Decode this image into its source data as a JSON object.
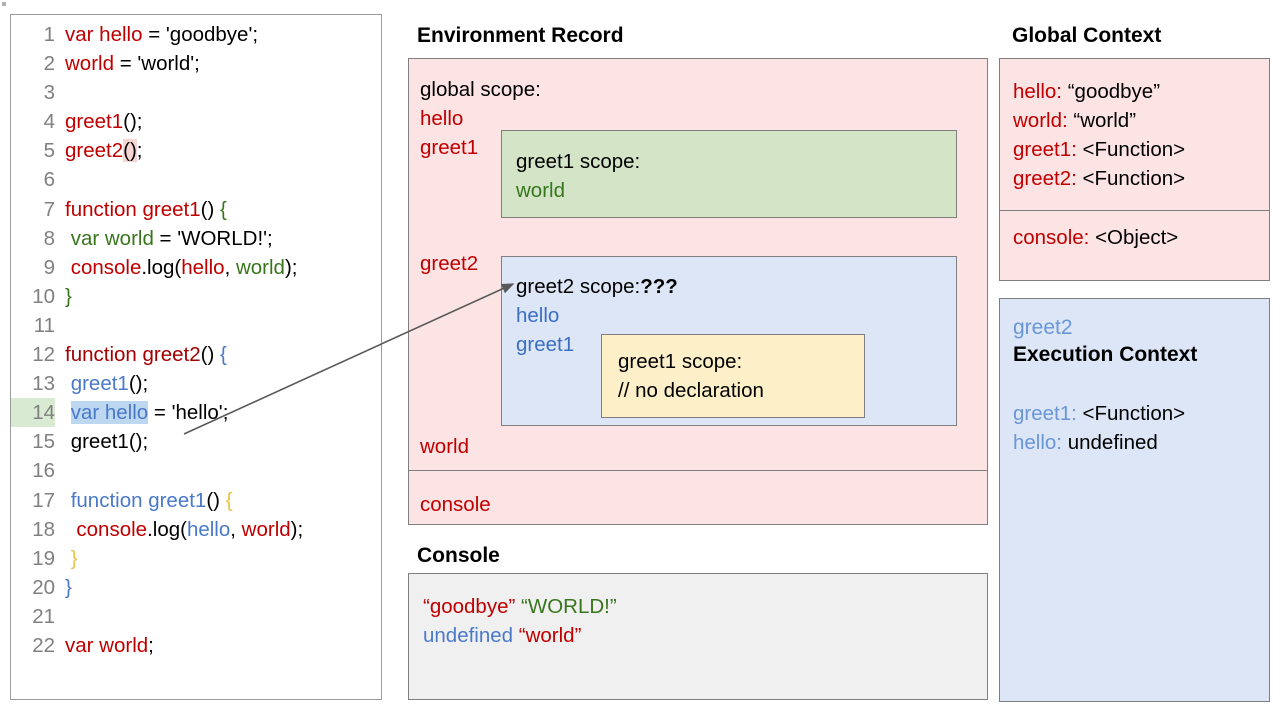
{
  "code_panel": {
    "lines": [
      {
        "num": "1",
        "num_highlight": false,
        "tokens": [
          {
            "t": "var hello",
            "c": "red"
          },
          {
            "t": " = ",
            "c": "black"
          },
          {
            "t": "'goodbye';",
            "c": "black"
          }
        ]
      },
      {
        "num": "2",
        "num_highlight": false,
        "tokens": [
          {
            "t": "world",
            "c": "red"
          },
          {
            "t": " = 'world';",
            "c": "black"
          }
        ]
      },
      {
        "num": "3",
        "num_highlight": false,
        "tokens": []
      },
      {
        "num": "4",
        "num_highlight": false,
        "tokens": [
          {
            "t": "greet1",
            "c": "red"
          },
          {
            "t": "();",
            "c": "black"
          }
        ]
      },
      {
        "num": "5",
        "num_highlight": false,
        "tokens": [
          {
            "t": "greet2",
            "c": "red"
          },
          {
            "t": "()",
            "c": "black",
            "hl": "pink"
          },
          {
            "t": ";",
            "c": "black"
          }
        ]
      },
      {
        "num": "6",
        "num_highlight": false,
        "tokens": []
      },
      {
        "num": "7",
        "num_highlight": false,
        "tokens": [
          {
            "t": "function greet1",
            "c": "red"
          },
          {
            "t": "() ",
            "c": "black"
          },
          {
            "t": "{",
            "c": "green"
          }
        ]
      },
      {
        "num": "8",
        "num_highlight": false,
        "tokens": [
          {
            "t": " var world",
            "c": "green"
          },
          {
            "t": " = 'WORLD!';",
            "c": "black"
          }
        ]
      },
      {
        "num": "9",
        "num_highlight": false,
        "tokens": [
          {
            "t": " console",
            "c": "red"
          },
          {
            "t": ".log(",
            "c": "black"
          },
          {
            "t": "hello",
            "c": "red"
          },
          {
            "t": ", ",
            "c": "black"
          },
          {
            "t": "world",
            "c": "green"
          },
          {
            "t": ");",
            "c": "black"
          }
        ]
      },
      {
        "num": "10",
        "num_highlight": false,
        "tokens": [
          {
            "t": "}",
            "c": "green"
          }
        ]
      },
      {
        "num": "11",
        "num_highlight": false,
        "tokens": []
      },
      {
        "num": "12",
        "num_highlight": false,
        "tokens": [
          {
            "t": "function greet2",
            "c": "darkred"
          },
          {
            "t": "() ",
            "c": "black"
          },
          {
            "t": "{",
            "c": "blue"
          }
        ]
      },
      {
        "num": "13",
        "num_highlight": false,
        "tokens": [
          {
            "t": " greet1",
            "c": "blue"
          },
          {
            "t": "();",
            "c": "black"
          }
        ]
      },
      {
        "num": "14",
        "num_highlight": true,
        "tokens": [
          {
            "t": " ",
            "c": "black"
          },
          {
            "t": "var hello",
            "c": "blue",
            "hl": "blue"
          },
          {
            "t": " = 'hello';",
            "c": "black"
          }
        ]
      },
      {
        "num": "15",
        "num_highlight": false,
        "tokens": [
          {
            "t": " greet1();",
            "c": "black"
          }
        ]
      },
      {
        "num": "16",
        "num_highlight": false,
        "tokens": []
      },
      {
        "num": "17",
        "num_highlight": false,
        "tokens": [
          {
            "t": " function greet1",
            "c": "blue"
          },
          {
            "t": "() ",
            "c": "black"
          },
          {
            "t": "{",
            "c": "yellow"
          }
        ]
      },
      {
        "num": "18",
        "num_highlight": false,
        "tokens": [
          {
            "t": "  console",
            "c": "red"
          },
          {
            "t": ".log(",
            "c": "black"
          },
          {
            "t": "hello",
            "c": "blue"
          },
          {
            "t": ", ",
            "c": "black"
          },
          {
            "t": "world",
            "c": "red"
          },
          {
            "t": ");",
            "c": "black"
          }
        ]
      },
      {
        "num": "19",
        "num_highlight": false,
        "tokens": [
          {
            "t": " }",
            "c": "yellow"
          }
        ]
      },
      {
        "num": "20",
        "num_highlight": false,
        "tokens": [
          {
            "t": "}",
            "c": "blue"
          }
        ]
      },
      {
        "num": "21",
        "num_highlight": false,
        "tokens": []
      },
      {
        "num": "22",
        "num_highlight": false,
        "tokens": [
          {
            "t": "var world",
            "c": "red"
          },
          {
            "t": ";",
            "c": "black"
          }
        ]
      }
    ]
  },
  "environment_record": {
    "title": "Environment Record",
    "global_scope_label": "global scope:",
    "bindings_top": [
      "hello",
      "greet1"
    ],
    "binding_greet2": "greet2",
    "binding_world": "world",
    "binding_console": "console",
    "greet1_scope": {
      "title": "greet1 scope:",
      "vars": [
        "world"
      ]
    },
    "greet2_scope": {
      "title": "greet2 scope:",
      "title_suffix": "???",
      "vars": [
        "hello",
        "greet1"
      ],
      "greet1_inner": {
        "title": "greet1 scope:",
        "note": "// no declaration"
      }
    }
  },
  "console": {
    "title": "Console",
    "lines": [
      [
        {
          "t": "“goodbye”",
          "c": "#c00000"
        },
        {
          "t": " ",
          "c": "#000000"
        },
        {
          "t": "“WORLD!”",
          "c": "#38761d"
        }
      ],
      [
        {
          "t": "undefined",
          "c": "#4a79c8"
        },
        {
          "t": " ",
          "c": "#000000"
        },
        {
          "t": "“world”",
          "c": "#c00000"
        }
      ]
    ]
  },
  "global_context": {
    "title": "Global Context",
    "entries": [
      {
        "key": "hello",
        "value": "“goodbye”"
      },
      {
        "key": "world",
        "value": "“world”"
      },
      {
        "key": "greet1",
        "value": "<Function>"
      },
      {
        "key": "greet2",
        "value": "<Function>"
      }
    ],
    "builtin": {
      "key": "console",
      "value": "<Object>"
    }
  },
  "greet2_execution_context": {
    "name": "greet2",
    "title": "Execution Context",
    "entries": [
      {
        "key": "greet1",
        "value": "<Function>"
      },
      {
        "key": "hello",
        "value": "undefined"
      }
    ]
  },
  "colors": {
    "pink_panel": "#fce4e4",
    "blue_panel": "#dce6f7",
    "green_panel": "#d3e5c6",
    "yellow_panel": "#fdf0c9",
    "console_panel": "#f0f0f0",
    "border": "#7f7f7f",
    "accent_red": "#c00000",
    "accent_blue": "#4a79c8",
    "accent_green": "#38761d"
  }
}
